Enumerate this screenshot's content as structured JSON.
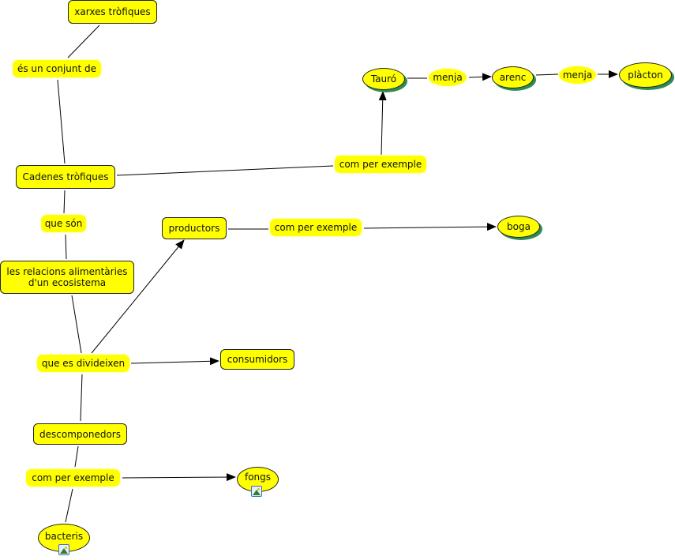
{
  "concepts": {
    "xarxes": "xarxes tròfiques",
    "cadenes": "Cadenes tròfiques",
    "relacions_1": "les relacions alimentàries",
    "relacions_2": "d'un ecosistema",
    "productors": "productors",
    "consumidors": "consumidors",
    "descomponedors": "descomponedors",
    "boga": "boga",
    "fongs": "fongs",
    "bacteris": "bacteris",
    "tauro": "Tauró",
    "arenc": "arenc",
    "placton": "plàcton"
  },
  "links": {
    "es_un_conjunt_de": "és un conjunt de",
    "que_son": "que són",
    "que_es_divideixen": "que es divideixen",
    "com_per_exemple_top": "com per exemple",
    "com_per_exemple_prod": "com per exemple",
    "com_per_exemple_desc": "com per exemple",
    "menja_1": "menja",
    "menja_2": "menja"
  },
  "colors": {
    "node_fill": "#ffff00",
    "shadow": "#2e8b57",
    "line": "#000000"
  }
}
